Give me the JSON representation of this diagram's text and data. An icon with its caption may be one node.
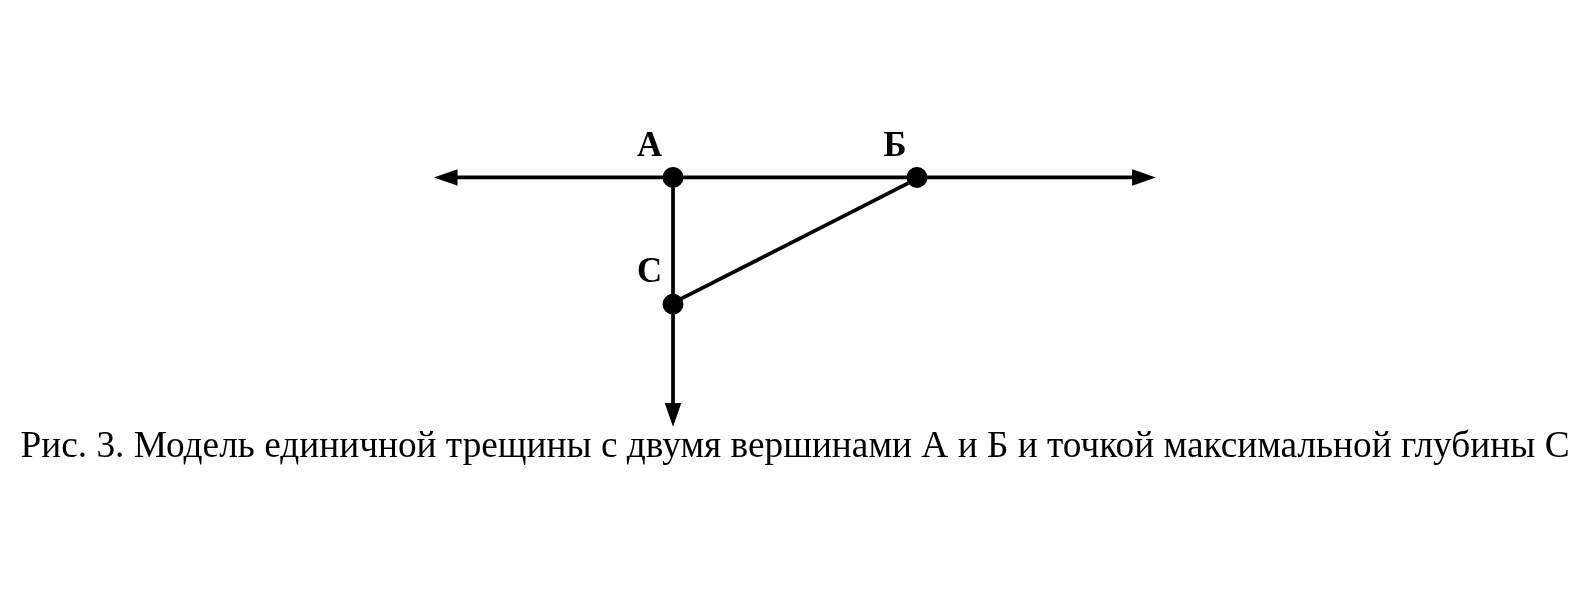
{
  "diagram": {
    "caption": "Рис. 3. Модель единичной трещины с двумя вершинами А и Б и точкой максимальной глубины С",
    "nodes": [
      {
        "text": [
          "А"
        ]
      },
      {
        "text": [
          "Б"
        ]
      },
      {
        "text": [
          "С"
        ]
      }
    ],
    "edges": [
      {
        "from": 0,
        "to": 1,
        "arrow": "none"
      },
      {
        "from": 0,
        "to": 2,
        "arrow": "none"
      },
      {
        "from": 2,
        "to": 1,
        "arrow": "none"
      },
      {
        "from": 0,
        "to": null,
        "arrow": "to"
      },
      {
        "from": 1,
        "to": null,
        "arrow": "to"
      },
      {
        "from": 2,
        "to": null,
        "arrow": "to"
      }
    ]
  }
}
